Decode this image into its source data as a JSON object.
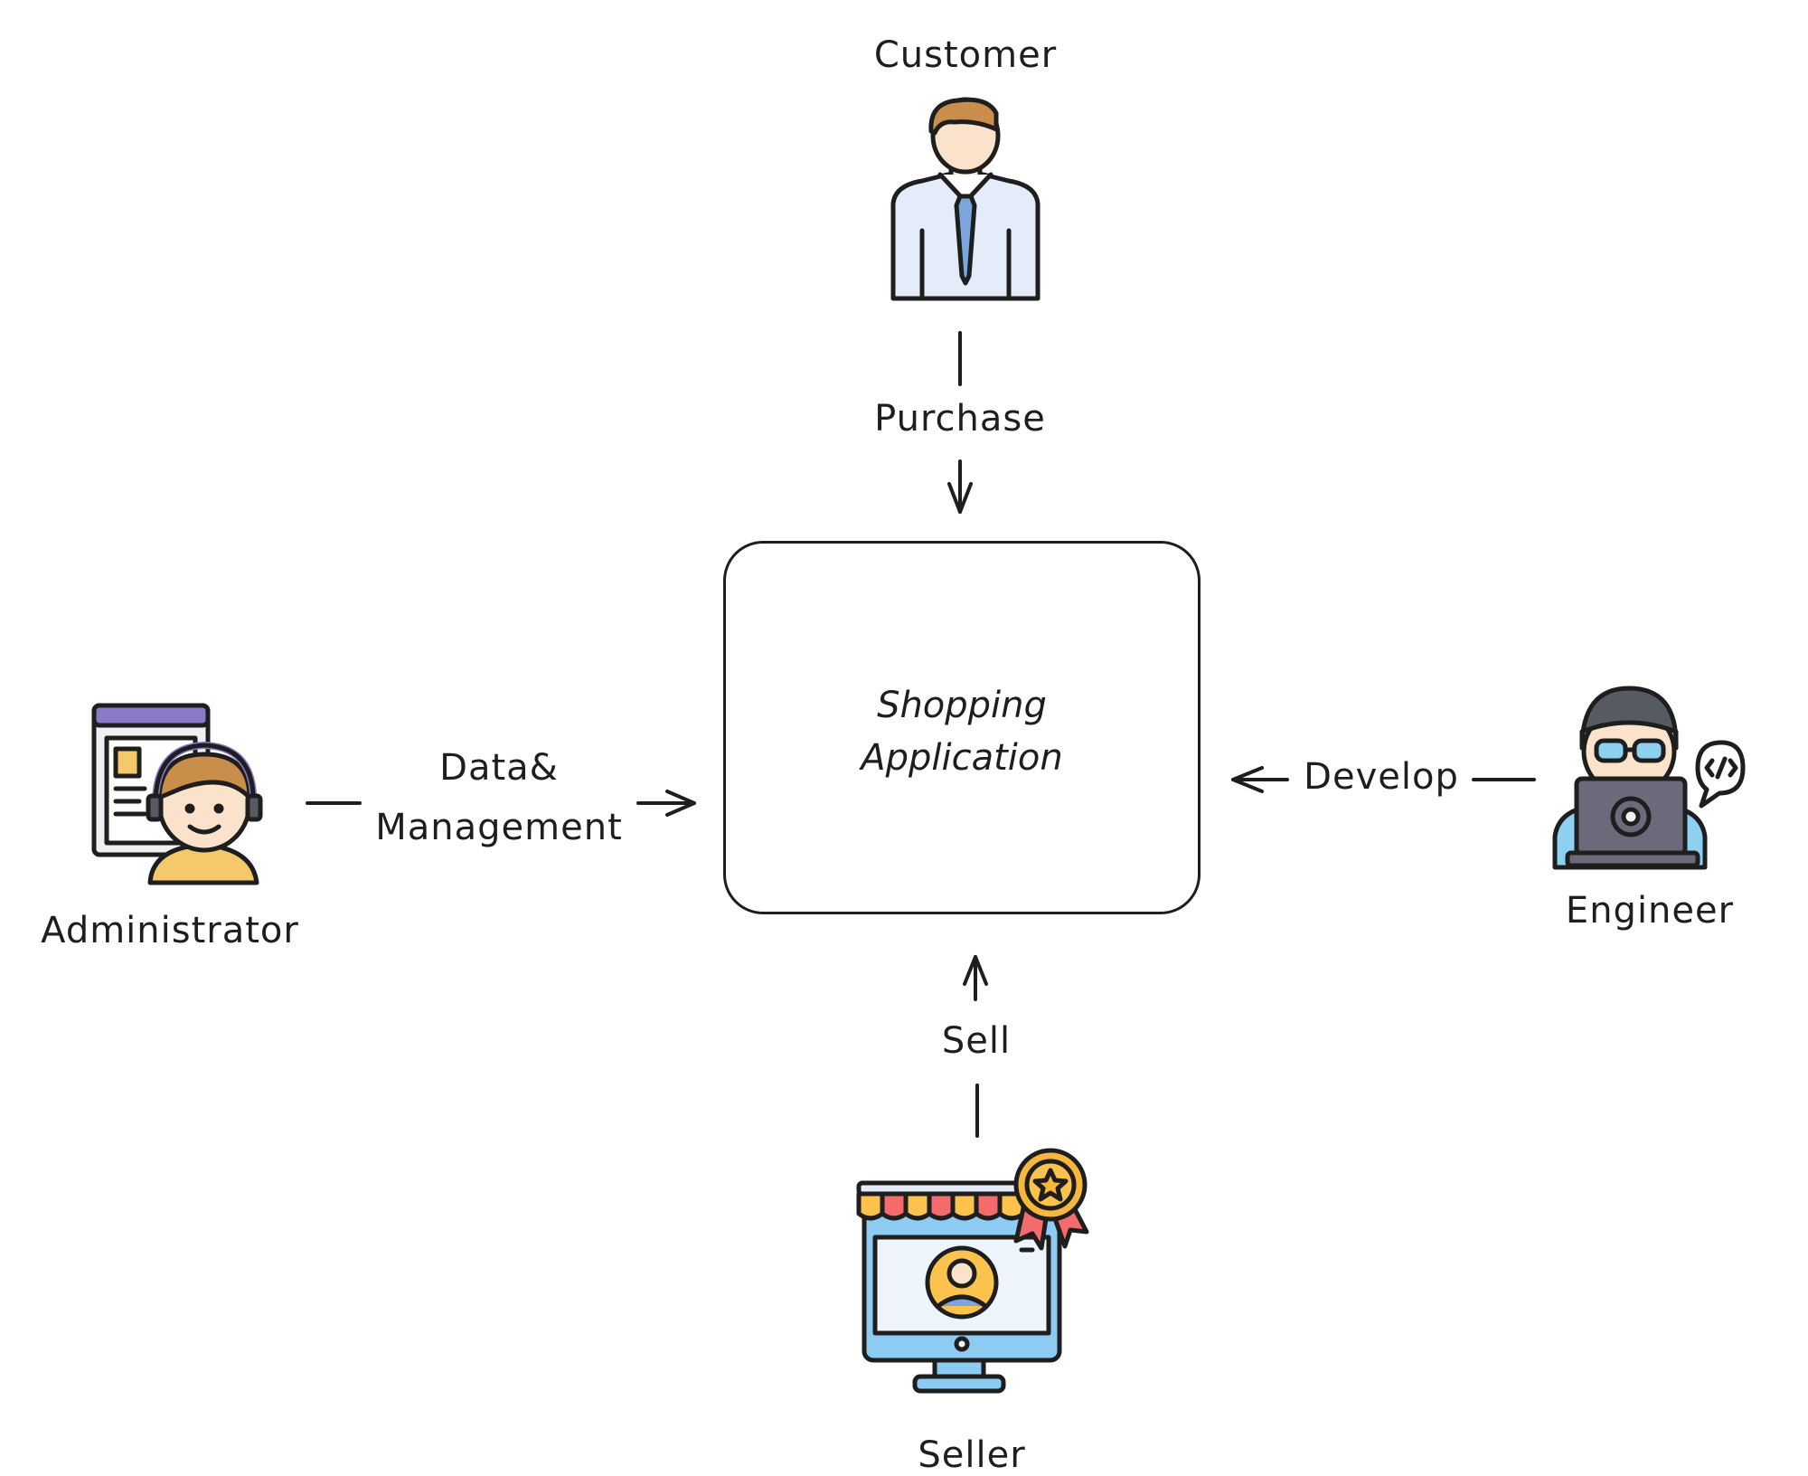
{
  "nodes": {
    "customer": "Customer",
    "administrator": "Administrator",
    "engineer": "Engineer",
    "seller": "Seller",
    "app_line1": "Shopping",
    "app_line2": "Application"
  },
  "edges": {
    "purchase": "Purchase",
    "data_line1": "Data&",
    "data_line2": "Management",
    "develop": "Develop",
    "sell": "Sell"
  },
  "colors": {
    "stroke": "#1e1e1e",
    "shirt": "#e4ecfa",
    "tie": "#7aa6dc",
    "hair": "#c98f4a",
    "skin": "#fbe3cb",
    "admin_bar": "#8a78c9",
    "admin_shirt": "#f4c96a",
    "engineer_hoodie": "#555a63",
    "engineer_shirt": "#8ed0f0",
    "laptop": "#6c6a7a",
    "awning_red": "#f36b6b",
    "awning_yellow": "#fbc34d",
    "screen_blue": "#8ecbf3",
    "medal": "#f6b73c"
  },
  "icons": [
    "customer-icon",
    "administrator-icon",
    "engineer-icon",
    "seller-icon"
  ]
}
